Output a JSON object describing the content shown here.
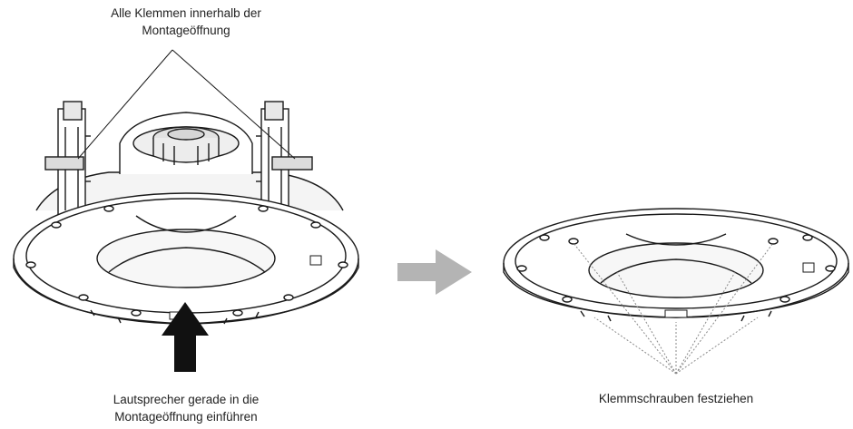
{
  "captions": {
    "top": [
      "Alle Klemmen innerhalb der",
      "Montageöffnung"
    ],
    "bottom": [
      "Lautsprecher gerade in die",
      "Montageöffnung einführen"
    ],
    "right": "Klemmschrauben festziehen"
  },
  "colors": {
    "line": "#1a1a1a",
    "leader": "#8a8a8a",
    "arrow_gray": "#b4b4b4",
    "arrow_black": "#111111"
  }
}
